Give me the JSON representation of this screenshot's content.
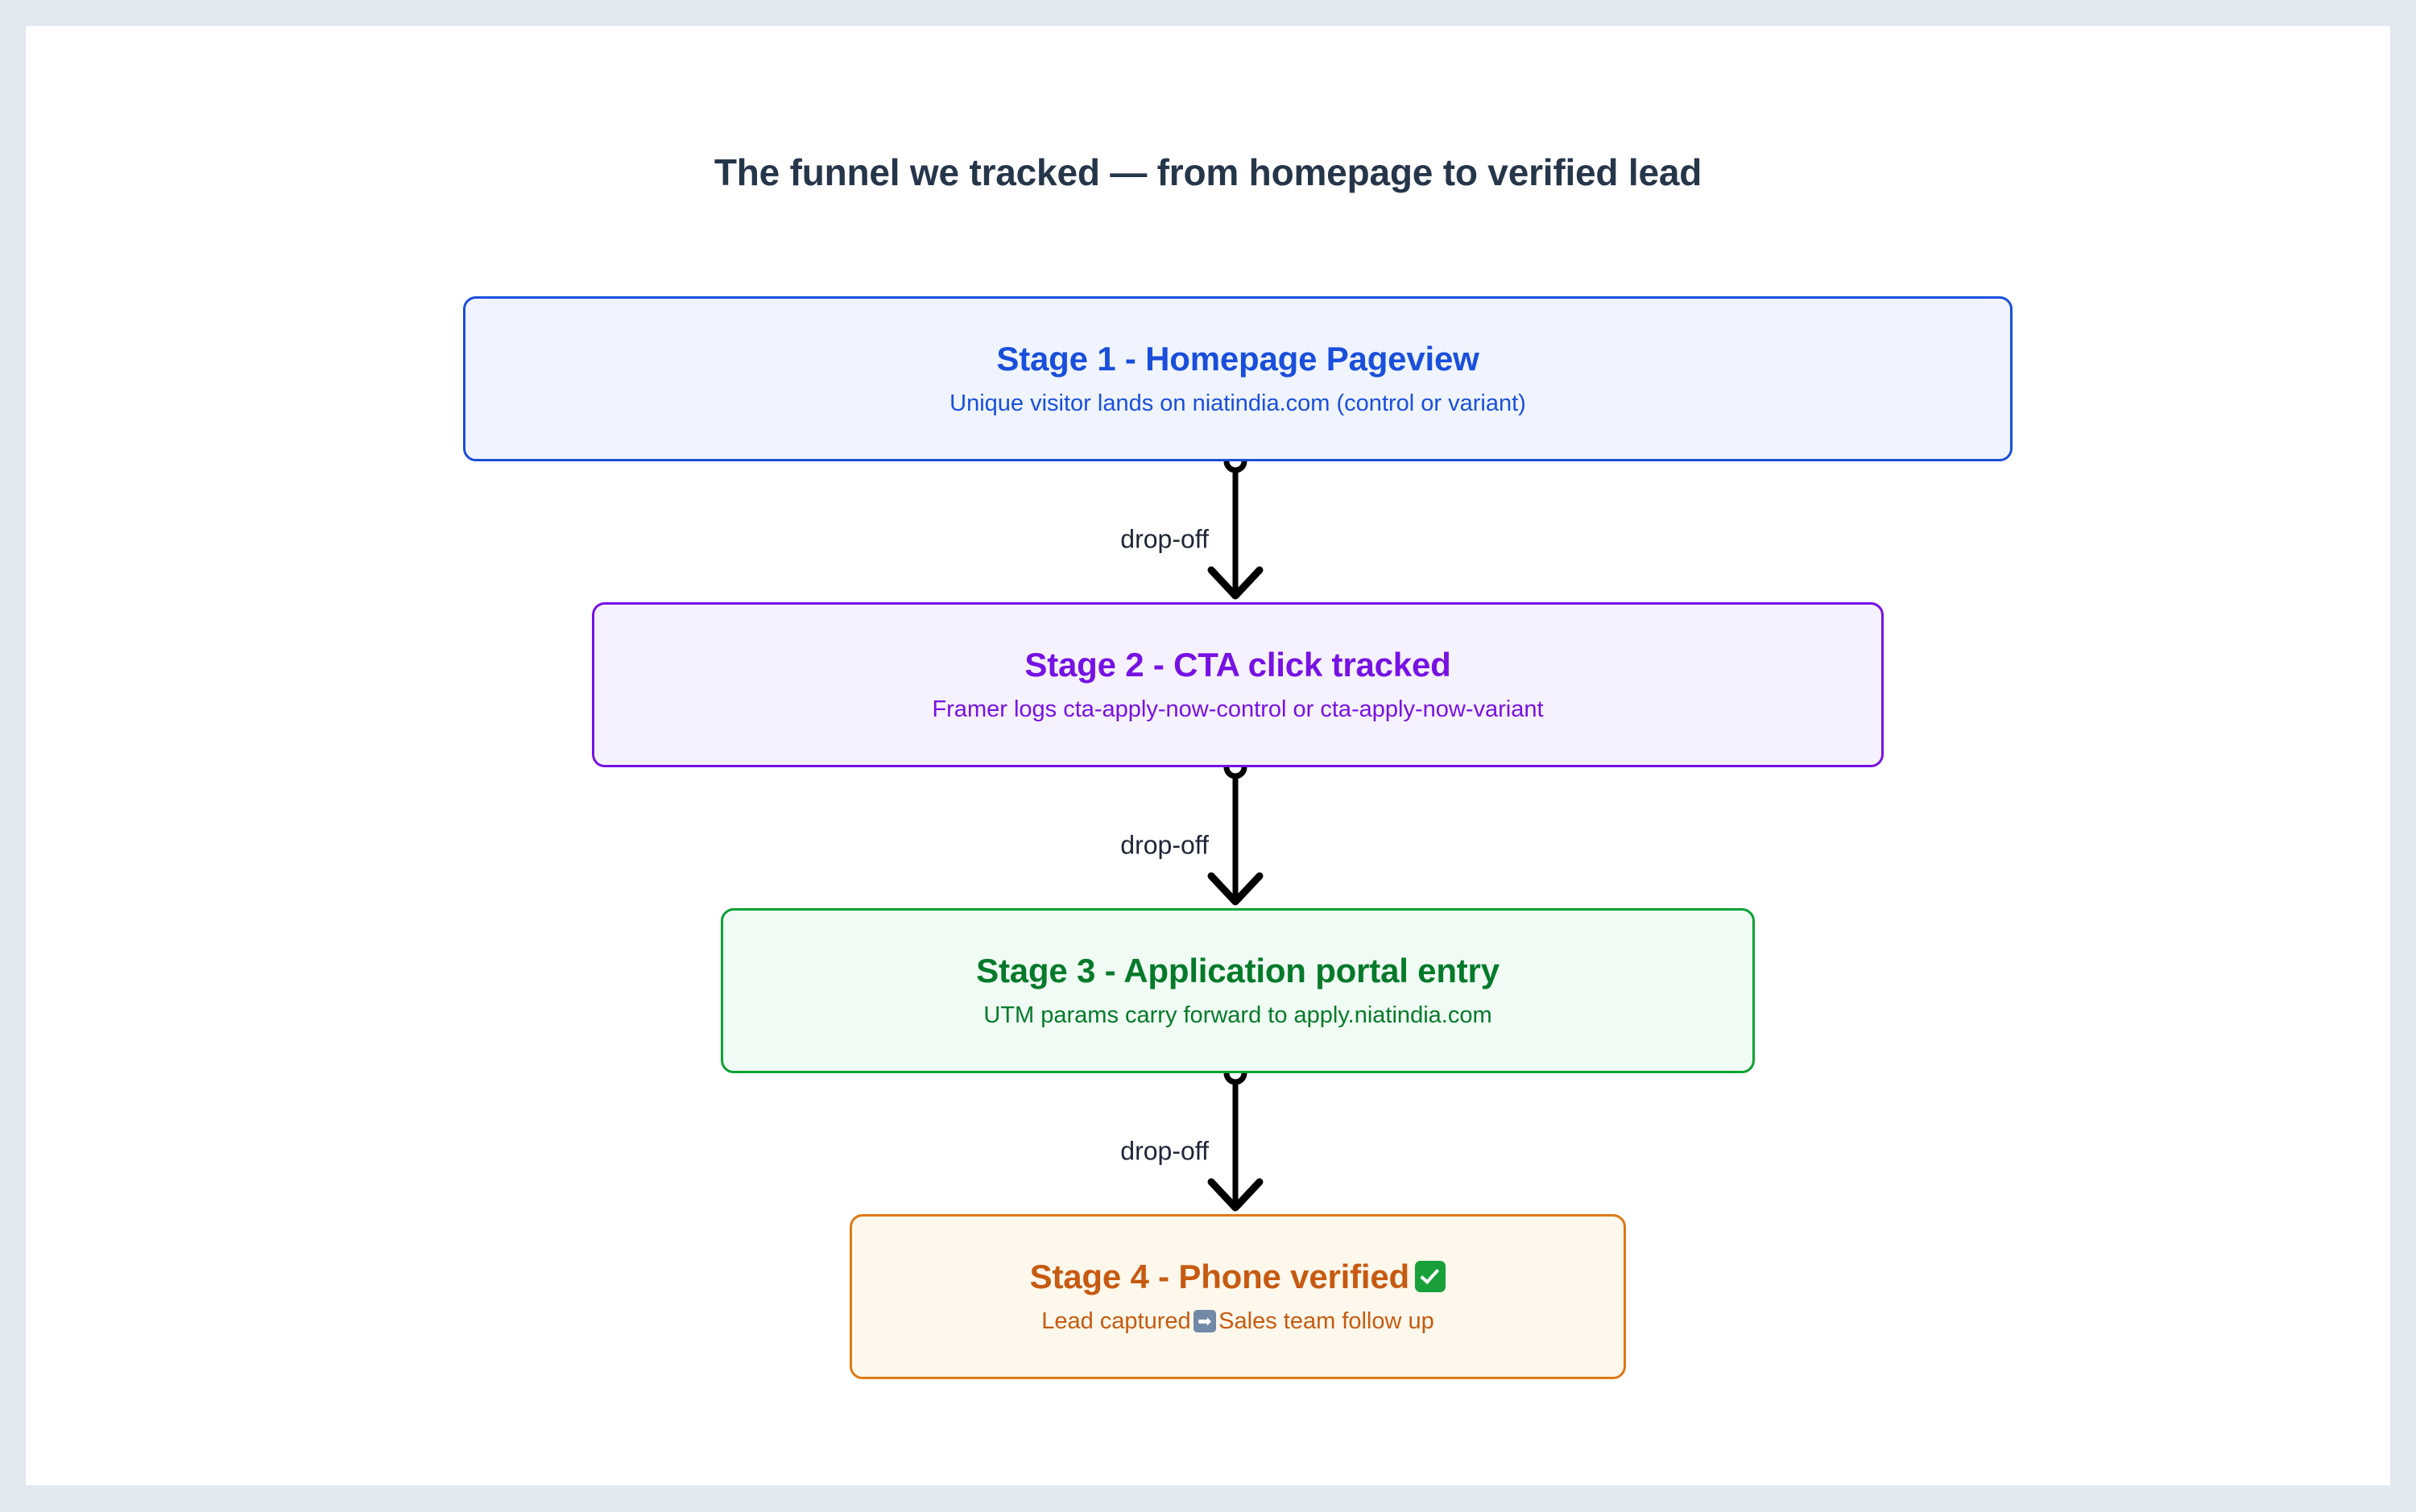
{
  "page": {
    "background_color": "#e2e8f0",
    "canvas_color": "#ffffff"
  },
  "diagram": {
    "title": "The funnel we tracked — from homepage to verified lead",
    "title_color": "#26364a",
    "type": "flowchart-vertical",
    "nodes": [
      {
        "id": "stage-1",
        "title": "Stage 1 - Homepage Pageview",
        "subtitle": "Unique visitor lands on niatindia.com (control or variant)",
        "accent_color": "#1a4fdb",
        "fill_color": "#eff4fe"
      },
      {
        "id": "stage-2",
        "title": "Stage 2 - CTA click tracked",
        "subtitle": "Framer logs cta-apply-now-control or cta-apply-now-variant",
        "accent_color": "#7612e4",
        "fill_color": "#f6f1fe"
      },
      {
        "id": "stage-3",
        "title": "Stage 3 - Application portal entry",
        "subtitle": "UTM params carry forward to apply.niatindia.com",
        "accent_color": "#047a2a",
        "fill_color": "#f0fbf3"
      },
      {
        "id": "stage-4",
        "title_prefix": "Stage 4 - Phone verified",
        "title_emoji": "white-check-mark",
        "subtitle_prefix": "Lead captured",
        "subtitle_emoji": "right-arrow",
        "subtitle_suffix": "Sales team follow up",
        "accent_color": "#c75a11",
        "fill_color": "#fdf8eb"
      }
    ],
    "edges": [
      {
        "id": "edge-1",
        "from": "stage-1",
        "to": "stage-2",
        "label": "drop-off",
        "color": "#000000"
      },
      {
        "id": "edge-2",
        "from": "stage-2",
        "to": "stage-3",
        "label": "drop-off",
        "color": "#000000"
      },
      {
        "id": "edge-3",
        "from": "stage-3",
        "to": "stage-4",
        "label": "drop-off",
        "color": "#000000"
      }
    ]
  }
}
